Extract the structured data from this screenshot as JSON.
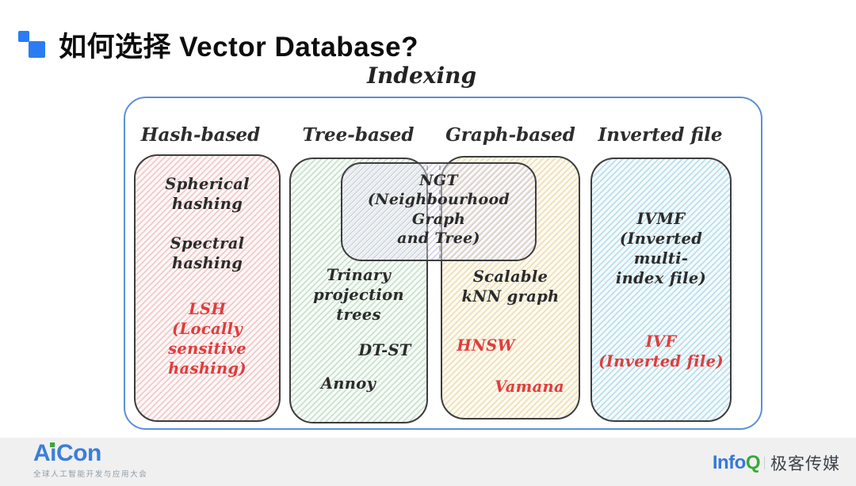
{
  "header": {
    "title": "如何选择 Vector Database?"
  },
  "diagram": {
    "heading": "Indexing",
    "columns": [
      {
        "label": "Hash-based",
        "entries": [
          {
            "text": "Spherical\nhashing",
            "color": "black"
          },
          {
            "text": "Spectral\nhashing",
            "color": "black"
          },
          {
            "text": "LSH\n(Locally\nsensitive\nhashing)",
            "color": "red"
          }
        ]
      },
      {
        "label": "Tree-based",
        "entries": [
          {
            "text": "Trinary\nprojection\ntrees",
            "color": "black"
          },
          {
            "text": "DT-ST",
            "color": "black"
          },
          {
            "text": "Annoy",
            "color": "black"
          }
        ]
      },
      {
        "label": "Graph-based",
        "entries": [
          {
            "text": "Scalable\nkNN graph",
            "color": "black"
          },
          {
            "text": "HNSW",
            "color": "red"
          },
          {
            "text": "Vamana",
            "color": "red"
          }
        ]
      },
      {
        "label": "Inverted file",
        "entries": [
          {
            "text": "IVMF\n(Inverted multi-\nindex file)",
            "color": "black"
          },
          {
            "text": "IVF\n(Inverted file)",
            "color": "red"
          }
        ]
      }
    ],
    "overlay": {
      "text": "NGT\n(Neighbourhood Graph\nand Tree)"
    }
  },
  "colors": {
    "accent_blue": "#2b7cf3",
    "container_border": "#5b8fd8",
    "red_text": "#e03c3c",
    "hash_fill": "#eec3c3",
    "tree_fill": "#c8e4cd",
    "graph_fill": "#efdfae",
    "inverted_fill": "#bde2f0",
    "ngt_fill": "#d6d1ea"
  },
  "footer": {
    "aicon_text": "AiCon",
    "aicon_tagline": "全球人工智能开发与应用大会",
    "infoq_info": "Info",
    "infoq_q": "Q",
    "infoq_brand": "极客传媒"
  }
}
